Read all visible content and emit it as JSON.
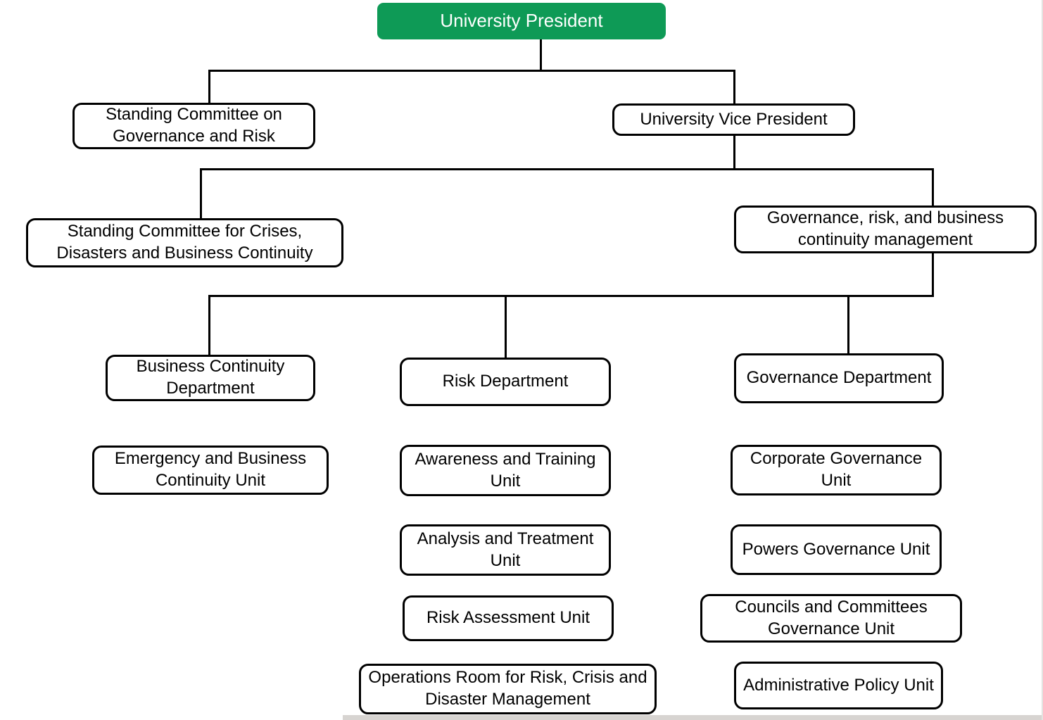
{
  "diagram": {
    "type": "org-chart",
    "colors": {
      "root_fill": "#0e9a56",
      "root_text": "#ffffff",
      "box_fill": "#ffffff",
      "box_border": "#000000",
      "box_text": "#000000",
      "connector_line": "#000000"
    }
  },
  "nodes": {
    "president": "University President",
    "standing_committee_governance_risk": "Standing Committee on Governance and Risk",
    "vice_president": "University Vice President",
    "standing_committee_crises": "Standing Committee for Crises, Disasters and Business Continuity",
    "grc_management": "Governance, risk, and business continuity management",
    "business_continuity_department": "Business Continuity Department",
    "risk_department": "Risk Department",
    "governance_department": "Governance Department",
    "emergency_business_continuity_unit": "Emergency and Business Continuity Unit",
    "awareness_training_unit": "Awareness and Training Unit",
    "corporate_governance_unit": "Corporate Governance Unit",
    "analysis_treatment_unit": "Analysis and Treatment Unit",
    "powers_governance_unit": "Powers Governance Unit",
    "risk_assessment_unit": "Risk Assessment Unit",
    "councils_committees_governance_unit": "Councils and Committees Governance Unit",
    "operations_room": "Operations Room for Risk, Crisis and Disaster Management",
    "administrative_policy_unit": "Administrative Policy Unit"
  },
  "structure": {
    "connections": [
      {
        "from": "president",
        "to": [
          "standing_committee_governance_risk",
          "vice_president"
        ]
      },
      {
        "from": "vice_president",
        "to": [
          "standing_committee_crises",
          "grc_management"
        ]
      },
      {
        "from": "grc_management",
        "to": [
          "business_continuity_department",
          "risk_department",
          "governance_department"
        ]
      }
    ],
    "unit_columns": {
      "business_continuity_department": [
        "emergency_business_continuity_unit"
      ],
      "risk_department": [
        "awareness_training_unit",
        "analysis_treatment_unit",
        "risk_assessment_unit",
        "operations_room"
      ],
      "governance_department": [
        "corporate_governance_unit",
        "powers_governance_unit",
        "councils_committees_governance_unit",
        "administrative_policy_unit"
      ]
    }
  }
}
